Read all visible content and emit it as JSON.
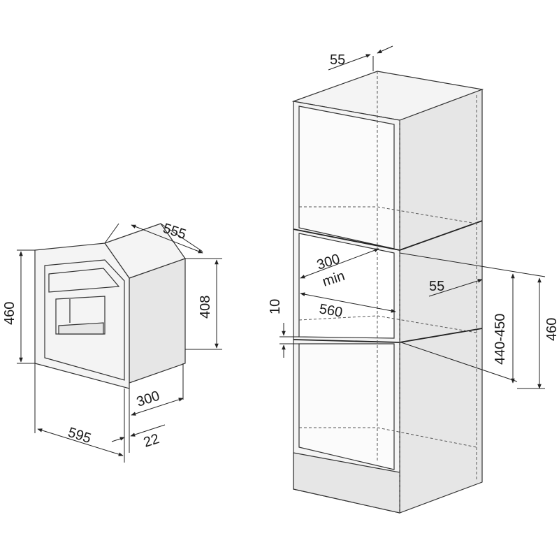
{
  "appliance": {
    "depth": "555",
    "height_front": "460",
    "height_body": "408",
    "width": "595",
    "niche_depth": "300",
    "frame_depth": "22"
  },
  "cabinet": {
    "top_panel": "55",
    "min_depth_value": "300",
    "min_depth_note": "min",
    "niche_width": "560",
    "gap": "10",
    "side_panel": "55",
    "niche_height": "440-450",
    "overall_height": "460"
  }
}
